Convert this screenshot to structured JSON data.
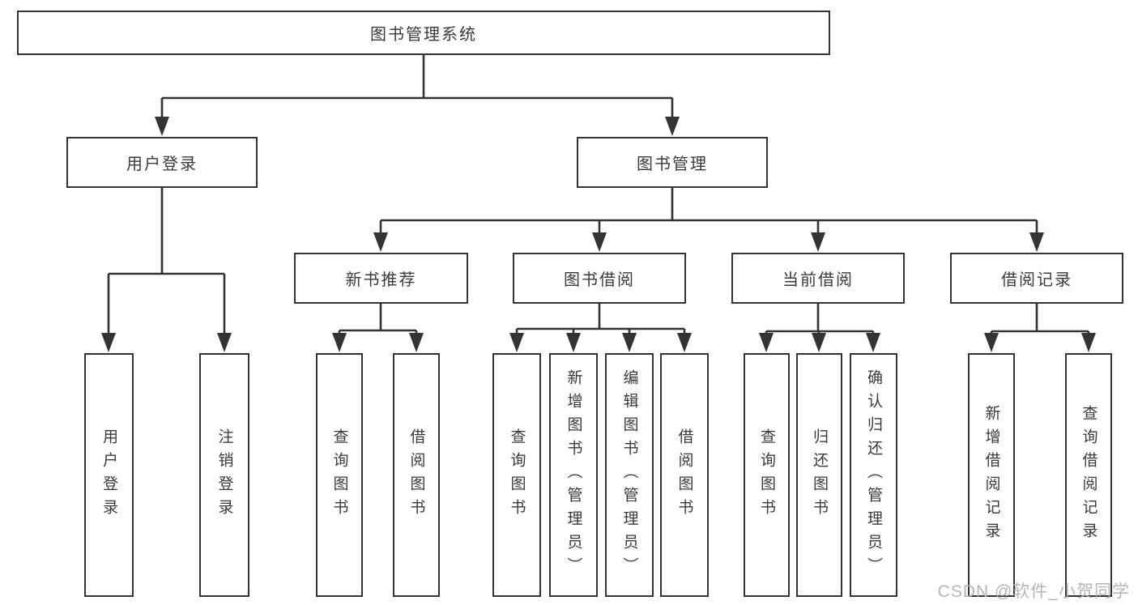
{
  "diagram": {
    "type": "hierarchy",
    "root": {
      "label": "图书管理系统"
    },
    "level2": [
      {
        "label": "用户登录"
      },
      {
        "label": "图书管理"
      }
    ],
    "level3": [
      {
        "label": "新书推荐",
        "parent": "图书管理"
      },
      {
        "label": "图书借阅",
        "parent": "图书管理"
      },
      {
        "label": "当前借阅",
        "parent": "图书管理"
      },
      {
        "label": "借阅记录",
        "parent": "图书管理"
      }
    ],
    "leaves": [
      {
        "label": "用户登录",
        "parent": "用户登录"
      },
      {
        "label": "注销登录",
        "parent": "用户登录"
      },
      {
        "label": "查询图书",
        "parent": "新书推荐"
      },
      {
        "label": "借阅图书",
        "parent": "新书推荐"
      },
      {
        "label": "查询图书",
        "parent": "图书借阅"
      },
      {
        "label": "新增图书（管理员）",
        "parent": "图书借阅"
      },
      {
        "label": "编辑图书（管理员）",
        "parent": "图书借阅"
      },
      {
        "label": "借阅图书",
        "parent": "图书借阅"
      },
      {
        "label": "查询图书",
        "parent": "当前借阅"
      },
      {
        "label": "归还图书",
        "parent": "当前借阅"
      },
      {
        "label": "确认归还（管理员）",
        "parent": "当前借阅"
      },
      {
        "label": "新增借阅记录",
        "parent": "借阅记录"
      },
      {
        "label": "查询借阅记录",
        "parent": "借阅记录"
      }
    ],
    "watermark": "CSDN @软件_小贺同学",
    "colors": {
      "line": "#333333",
      "text": "#3a3a3a",
      "background": "#ffffff",
      "watermark": "#b0b0b0"
    }
  }
}
